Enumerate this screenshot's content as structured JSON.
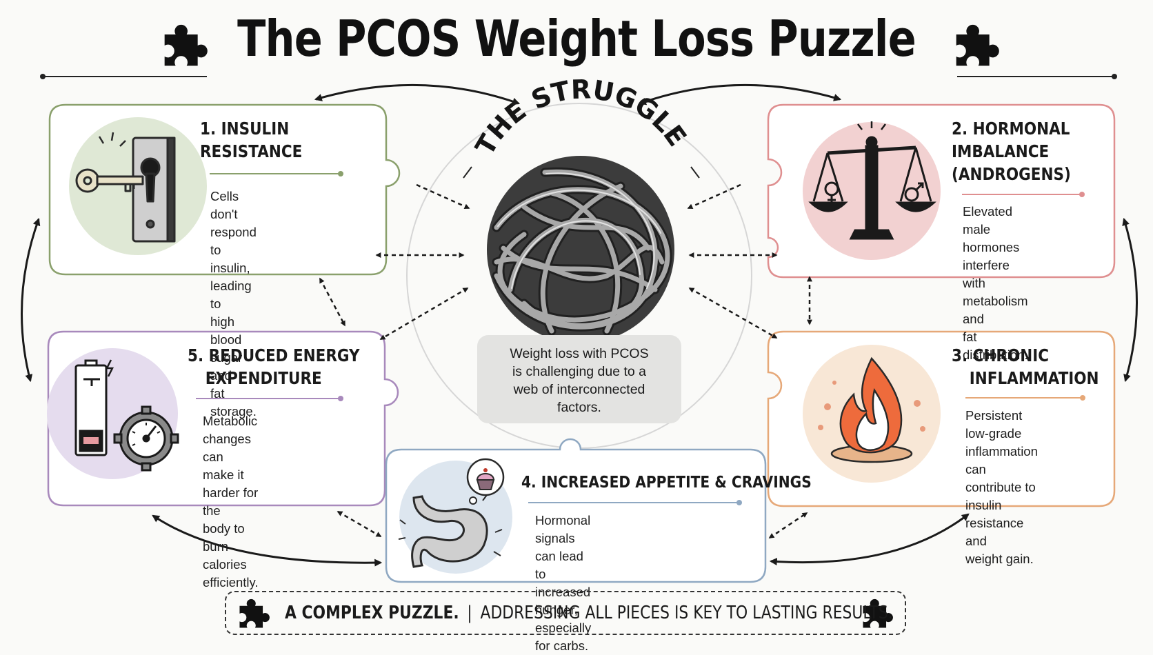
{
  "title": "The PCOS Weight Loss Puzzle",
  "center": {
    "label": "THE STRUGGLE",
    "text_lines": [
      "Weight loss with PCOS",
      "is challenging due to a",
      "web of interconnected",
      "factors."
    ]
  },
  "factors": [
    {
      "key": "insulin",
      "heading_lines": [
        "1. INSULIN",
        "RESISTANCE"
      ],
      "desc_lines": [
        "Cells don't respond",
        "to insulin, leading to",
        "high blood sugar and",
        "fat storage."
      ],
      "color": "#8aa06c",
      "icon": "key-lock-icon"
    },
    {
      "key": "hormonal",
      "heading_lines": [
        "2. HORMONAL",
        "IMBALANCE",
        "(ANDROGENS)"
      ],
      "desc_lines": [
        "Elevated male",
        "hormones interfere",
        "with metabolism and",
        "fat distribution."
      ],
      "color": "#df8f90",
      "icon": "balance-scale-icon"
    },
    {
      "key": "inflammation",
      "heading_lines": [
        "3. CHRONIC",
        "INFLAMMATION"
      ],
      "desc_lines": [
        "Persistent low-grade",
        "inflammation can",
        "contribute to insulin",
        "resistance and",
        "weight gain."
      ],
      "color": "#e6a878",
      "icon": "flame-icon"
    },
    {
      "key": "appetite",
      "heading_lines": [
        "4. INCREASED APPETITE & CRAVINGS"
      ],
      "desc_lines": [
        "Hormonal signals can lead to",
        "increased hunger, especially",
        "for carbs."
      ],
      "color": "#8fa8c2",
      "icon": "stomach-icon"
    },
    {
      "key": "energy",
      "heading_lines": [
        "5. REDUCED ENERGY",
        "EXPENDITURE"
      ],
      "desc_lines": [
        "Metabolic changes can",
        "make it harder for the",
        "body to burn calories",
        "efficiently."
      ],
      "color": "#a889bc",
      "icon": "battery-gauge-icon"
    }
  ],
  "footer": {
    "bold": "A COMPLEX PUZZLE.",
    "separator": "|",
    "rest": "ADDRESSING ALL PIECES IS KEY TO LASTING RESULTS."
  }
}
